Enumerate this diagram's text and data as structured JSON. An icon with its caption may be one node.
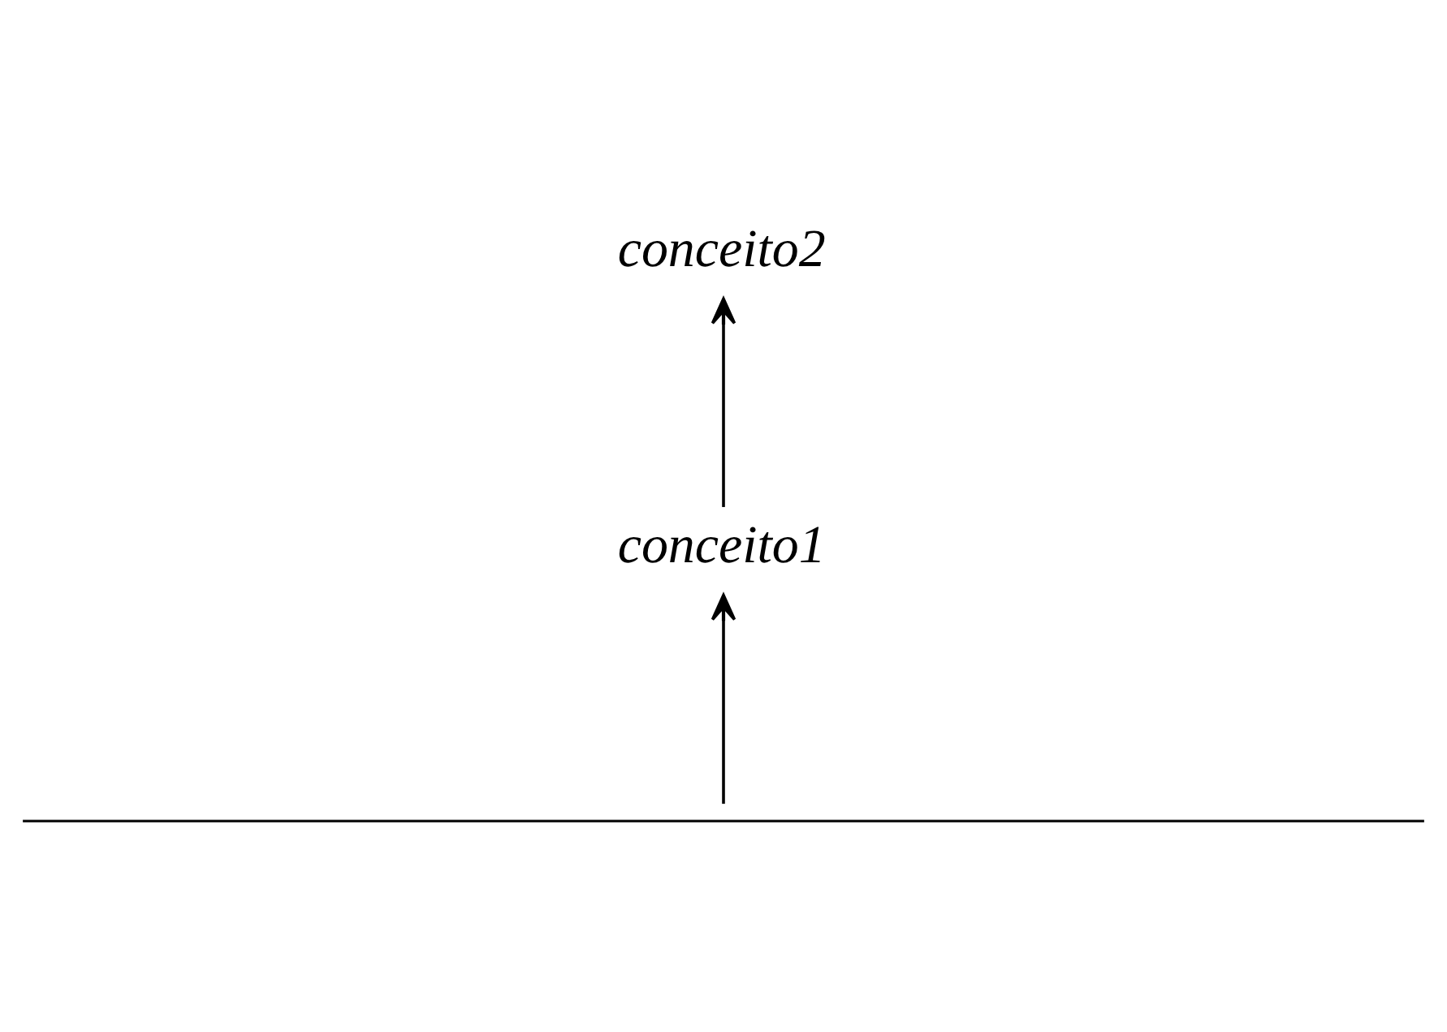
{
  "diagram": {
    "nodes": [
      {
        "text": [
          "conceito2"
        ]
      },
      {
        "text": [
          "conceito1"
        ]
      },
      {
        "text": [],
        "shape": "line"
      }
    ],
    "edges": [
      {
        "from": 2,
        "to": 1,
        "arrow": "to"
      },
      {
        "from": 1,
        "to": 0,
        "arrow": "to"
      }
    ]
  }
}
